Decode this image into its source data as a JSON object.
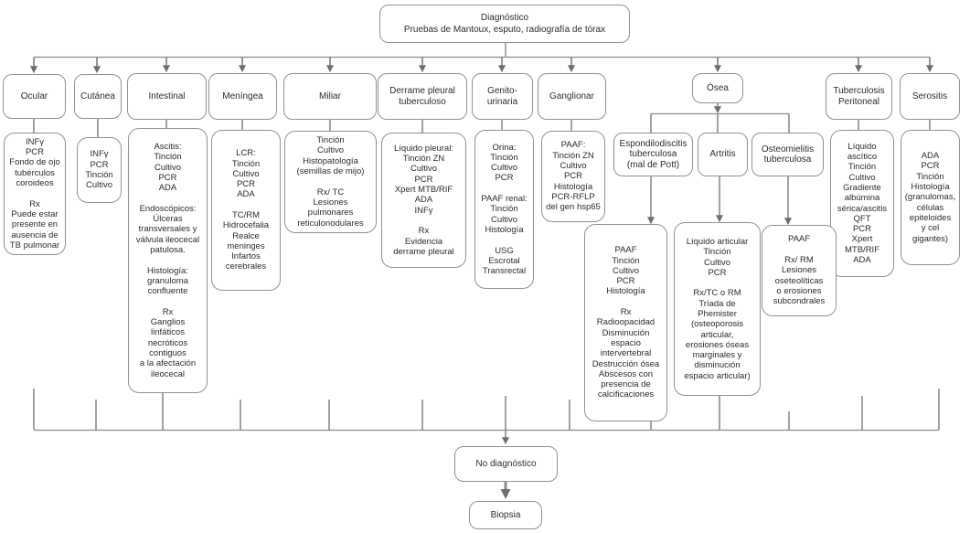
{
  "root_label": "Diagnóstico\nPruebas de Mantoux, esputo, radiografía de tórax",
  "columns": {
    "ocular": {
      "label": "Ocular",
      "detail": "INFγ\nPCR\nFondo de ojo\ntubérculos\ncoroideos\n\nRx\nPuede estar\npresente en\nausencia de\nTB pulmonar"
    },
    "cutanea": {
      "label": "Cutánea",
      "detail": "INFγ\nPCR\nTinción\nCultivo"
    },
    "intestinal": {
      "label": "Intestinal",
      "detail": "Ascitis:\nTinción\nCultivo\nPCR\nADA\n\nEndoscópicos:\nÚlceras\ntransversales y\nválvula ileocecal\npatulosa.\n\nHistología:\ngranuloma\nconfluente\n\nRx\nGanglios\nlinfáticos\nnecróticos\ncontiguos\na la afectación\nileocecal"
    },
    "meningea": {
      "label": "Meníngea",
      "detail": "LCR:\nTinción\nCultivo\nPCR\nADA\n\nTC/RM\nHidrocefalia\nRealce\nmeninges\nInfartos\ncerebrales"
    },
    "miliar": {
      "label": "Miliar",
      "detail": "Tinción\nCultivo\nHistopatología\n(semillas de mijo)\n\nRx/ TC\nLesiones\npulmonares\nreticulonodulares"
    },
    "derrame_pleural": {
      "label": "Derrame pleural\ntuberculoso",
      "detail": "Líquido pleural:\nTinción ZN\nCultivo\nPCR\nXpert MTB/RIF\nADA\nINFγ\n\nRx\nEvidencia\nderrame pleural"
    },
    "genitourinaria": {
      "label": "Genito-\nurinaria",
      "detail": "Orina:\nTinción\nCultivo\nPCR\n\nPAAF renal:\nTinción\nCultivo\nHistología\n\nUSG\nEscrotal\nTransrectal"
    },
    "ganglionar": {
      "label": "Ganglionar",
      "detail": "PAAF:\nTinción ZN\nCultivo\nPCR\nHistología\nPCR-RFLP\ndel gen hsp65"
    },
    "osea": {
      "label": "Ósea"
    },
    "peritoneal": {
      "label": "Tuberculosis\nPeritoneal",
      "detail": "Líquido\nascítico\nTinción\nCultivo\nGradiente\nalbúmina\nsérica/ascitis\nQFT\nPCR\nXpert\nMTB/RIF\nADA"
    },
    "serositis": {
      "label": "Serositis",
      "detail": "ADA\nPCR\nTinción\nHistología\n(granulomas,\ncélulas\nepiteloides\ny cel\ngigantes)"
    }
  },
  "osea_branches": {
    "espondilodiscitis": {
      "label": "Espondilodiscitis\ntuberculosa\n(mal de Pott)",
      "detail": "PAAF\nTinción\nCultivo\nPCR\nHistología\n\nRx\nRadioopacidad\nDisminución\nespacio\nintervertebral\nDestrucción ósea\nAbscesos con\npresencia de\ncalcificaciones"
    },
    "artritis": {
      "label": "Artritis",
      "detail": "Líquido articular\nTinción\nCultivo\nPCR\n\nRx/TC o RM\nTríada de\nPhemister\n(osteoporosis\narticular,\nerosiones óseas\nmarginales y\ndisminución\nespacio articular)"
    },
    "osteomielitis": {
      "label": "Osteomielitis\ntuberculosa",
      "detail": "PAAF\n\nRx/ RM\nLesiones\noseteolíticas\no erosiones\nsubcondrales"
    }
  },
  "outcome": {
    "no_diagnostic": "No diagnóstico",
    "biopsy": "Biopsia"
  },
  "colors": {
    "line": "#8a8a8a",
    "arrow": "#6e6e6e",
    "box_border": "#919191",
    "text": "#2b2b2b"
  }
}
